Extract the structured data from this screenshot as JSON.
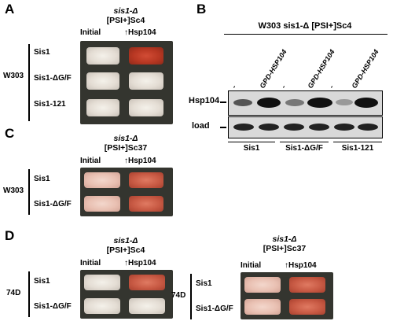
{
  "panels": {
    "A": {
      "letter": "A",
      "header_line1": "sis1-Δ",
      "header_line2": "[PSI+]Sc4",
      "col_initial": "Initial",
      "col_hsp": "↑Hsp104",
      "strain": "W303",
      "rows": [
        "Sis1",
        "Sis1-ΔG/F",
        "Sis1-121"
      ]
    },
    "B": {
      "letter": "B",
      "header": "W303 sis1-Δ [PSI+]Sc4",
      "lanes": [
        "-",
        "GPD-HSP104",
        "-",
        "GPD-HSP104",
        "-",
        "GPD-HSP104"
      ],
      "blot_labels": [
        "Hsp104",
        "load"
      ],
      "groups": [
        "Sis1",
        "Sis1-ΔG/F",
        "Sis1-121"
      ]
    },
    "C": {
      "letter": "C",
      "header_line1": "sis1-Δ",
      "header_line2": "[PSI+]Sc37",
      "col_initial": "Initial",
      "col_hsp": "↑Hsp104",
      "strain": "W303",
      "rows": [
        "Sis1",
        "Sis1-ΔG/F"
      ]
    },
    "D": {
      "letter": "D",
      "left": {
        "header_line1": "sis1-Δ",
        "header_line2": "[PSI+]Sc4",
        "col_initial": "Initial",
        "col_hsp": "↑Hsp104",
        "strain": "74D",
        "rows": [
          "Sis1",
          "Sis1-ΔG/F"
        ]
      },
      "right": {
        "header_line1": "sis1-Δ",
        "header_line2": "[PSI+]Sc37",
        "col_initial": "Initial",
        "col_hsp": "↑Hsp104",
        "strain": "74D",
        "rows": [
          "Sis1",
          "Sis1-ΔG/F"
        ]
      }
    }
  }
}
